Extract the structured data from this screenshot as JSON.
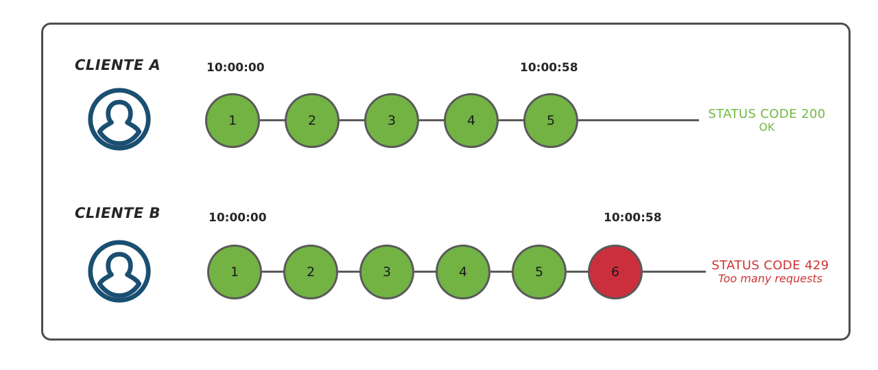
{
  "diagram": {
    "title_present": false,
    "colors": {
      "node_green": "#72b344",
      "node_red": "#cc2f3c",
      "node_stroke": "#595959",
      "panel_border": "#4d4d4d",
      "avatar": "#1b4f72",
      "status_ok": "#72b844",
      "status_error": "#cc3333",
      "text": "#262626"
    },
    "rows": [
      {
        "client_label": "CLIENTE A",
        "avatar_icon": "user-avatar-icon",
        "start_time": "10:00:00",
        "end_time": "10:00:58",
        "nodes": [
          {
            "label": "1",
            "state": "green"
          },
          {
            "label": "2",
            "state": "green"
          },
          {
            "label": "3",
            "state": "green"
          },
          {
            "label": "4",
            "state": "green"
          },
          {
            "label": "5",
            "state": "green"
          }
        ],
        "status": {
          "line1": "STATUS CODE 200",
          "line2": "OK",
          "kind": "ok"
        }
      },
      {
        "client_label": "CLIENTE B",
        "avatar_icon": "user-avatar-icon",
        "start_time": "10:00:00",
        "end_time": "10:00:58",
        "nodes": [
          {
            "label": "1",
            "state": "green"
          },
          {
            "label": "2",
            "state": "green"
          },
          {
            "label": "3",
            "state": "green"
          },
          {
            "label": "4",
            "state": "green"
          },
          {
            "label": "5",
            "state": "green"
          },
          {
            "label": "6",
            "state": "red"
          }
        ],
        "status": {
          "line1": "STATUS CODE 429",
          "line2": "Too many requests",
          "kind": "error"
        }
      }
    ]
  }
}
